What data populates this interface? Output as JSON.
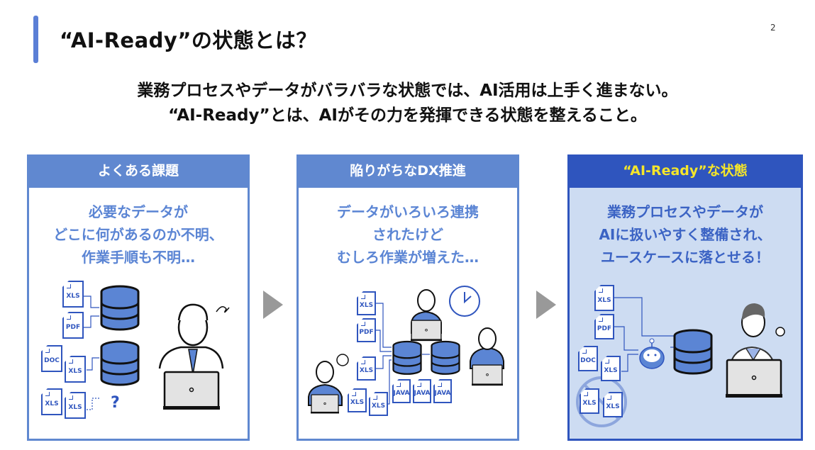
{
  "header": {
    "title": "“AI-Ready”の状態とは？",
    "page_number": "2"
  },
  "subtitle": {
    "line1": "業務プロセスやデータがバラバラな状態では、AI活用は上手く進まない。",
    "line2": "“AI-Ready”とは、AIがその力を発揮できる状態を整えること。"
  },
  "panels": [
    {
      "title": "よくある課題",
      "lines": [
        "必要なデータが",
        "どこに何があるのか不明、",
        "作業手順も不明…"
      ],
      "files": [
        "XLS",
        "PDF",
        "DOC",
        "XLS",
        "XLS",
        "XLS"
      ],
      "unknown_mark": "?"
    },
    {
      "title": "陥りがちなDX推進",
      "lines": [
        "データがいろいろ連携",
        "されたけど",
        "むしろ作業が増えた…"
      ],
      "files": [
        "XLS",
        "PDF",
        "XLS",
        "XLS",
        "XLS",
        "JAVA",
        "JAVA",
        "JAVA"
      ]
    },
    {
      "title": "“AI-Ready”な状態",
      "lines": [
        "業務プロセスやデータが",
        "AIに扱いやすく整備され、",
        "ユースケースに落とせる！"
      ],
      "files": [
        "XLS",
        "PDF",
        "DOC",
        "XLS",
        "XLS",
        "XLS"
      ]
    }
  ],
  "colors": {
    "accent": "#5b7fd6",
    "panel_header": "#6088d0",
    "ready_header": "#2f55be",
    "ready_title": "#f5e62a",
    "ready_body": "#cddcf2"
  }
}
